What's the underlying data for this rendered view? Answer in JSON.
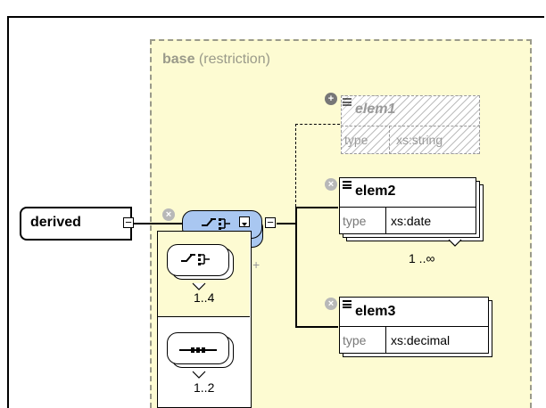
{
  "base": {
    "name": "base",
    "kind": "(restriction)"
  },
  "derived": {
    "name": "derived"
  },
  "elements": [
    {
      "name": "elem1",
      "type_label": "type",
      "type_value": "xs:string",
      "ghost": true
    },
    {
      "name": "elem2",
      "type_label": "type",
      "type_value": "xs:date",
      "cardinality": "1 ..∞"
    },
    {
      "name": "elem3",
      "type_label": "type",
      "type_value": "xs:decimal"
    }
  ],
  "popup": {
    "options": [
      {
        "icon": "choice-compositor-icon",
        "cardinality": "1..4"
      },
      {
        "icon": "sequence-compositor-icon",
        "cardinality": "1..2"
      }
    ]
  },
  "colors": {
    "base_fill": "#fdfbd2",
    "compositor_fill": "#a9c7f1",
    "dash_border": "#9a9a8a"
  }
}
